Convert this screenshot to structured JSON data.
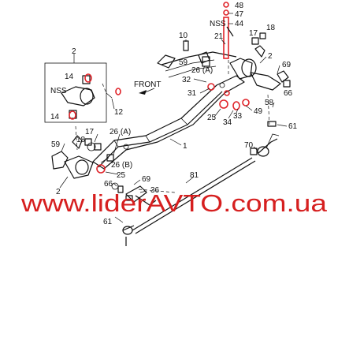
{
  "watermark": {
    "text": "www.liderAVTO.com.ua",
    "color": "#d61f1f"
  },
  "highlight_color": "#e0242a",
  "diagram": {
    "front_label": "FRONT",
    "callouts": {
      "c48": "48",
      "c47": "47",
      "cNSS_top": "NSS",
      "c44": "44",
      "c10": "10",
      "c21": "21",
      "c17_top": "17",
      "c18_top": "18",
      "c2_top": "2",
      "c69_top": "69",
      "c59_top": "59",
      "c26A_top": "26 (A)",
      "c32": "32",
      "c31": "31",
      "c66_right": "66",
      "c58": "58",
      "c25_top": "25",
      "c34": "34",
      "c33": "33",
      "c49": "49",
      "c61_right": "61",
      "c1": "1",
      "c2_inset": "2",
      "c14_a": "14",
      "cNSS_inset": "NSS",
      "c14_b": "14",
      "c12": "12",
      "c17_left": "17",
      "c18_left": "18",
      "c26A_left": "26 (A)",
      "c59_left": "59",
      "c26B": "26 (B)",
      "c25_left": "25",
      "c2_left": "2",
      "c70": "70",
      "c81": "81",
      "c66_left": "66",
      "c69_left": "69",
      "c36": "36",
      "c61_left": "61"
    }
  }
}
